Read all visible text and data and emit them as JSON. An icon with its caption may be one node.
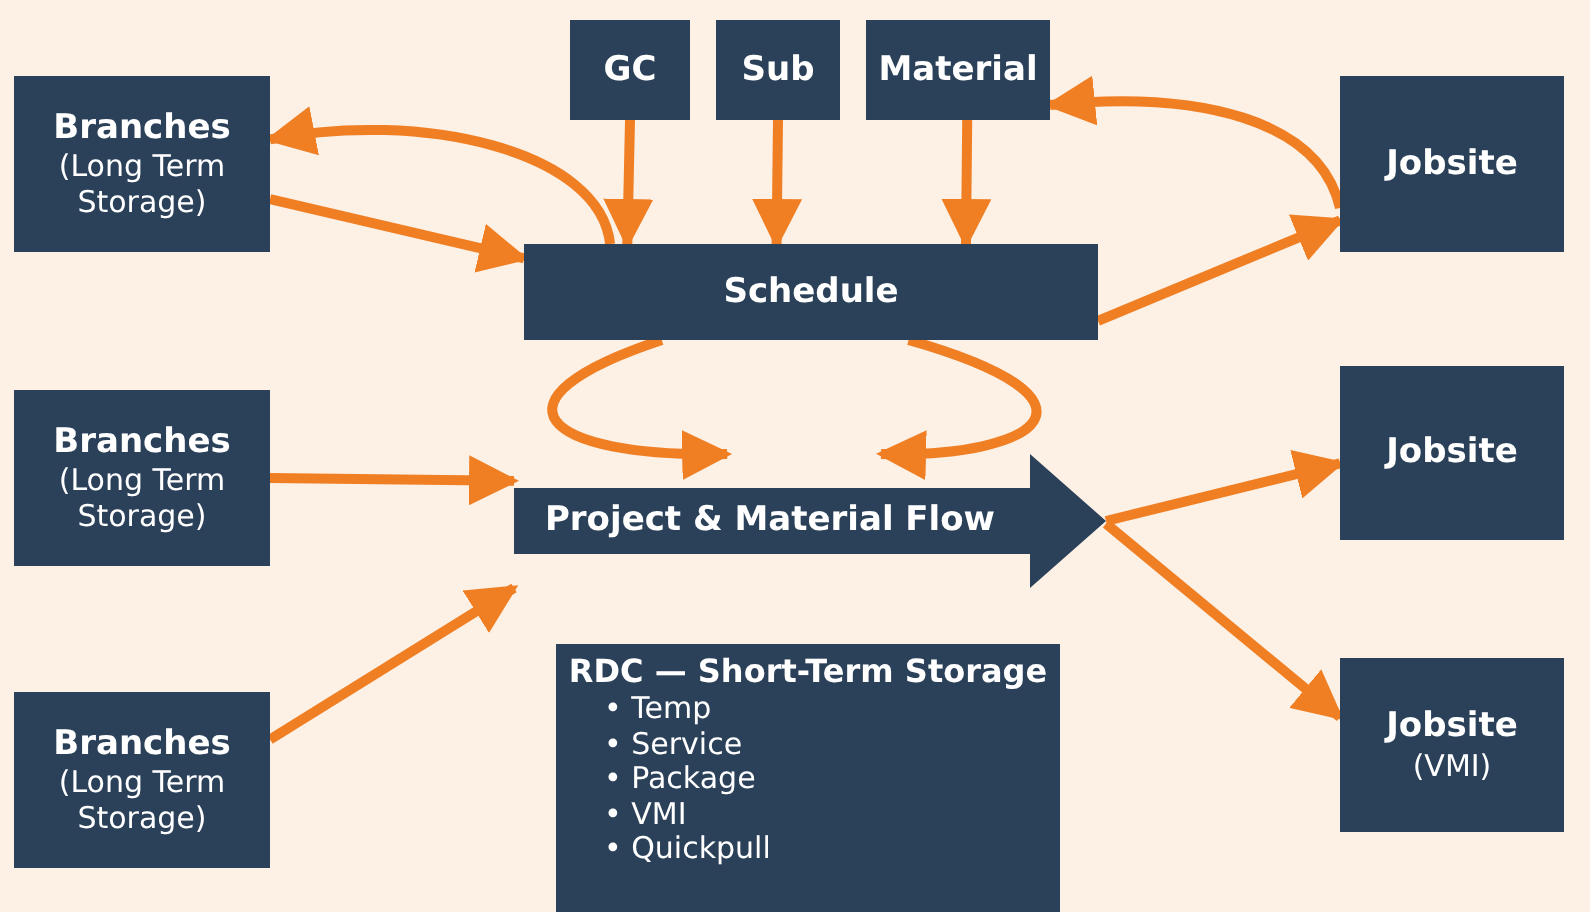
{
  "diagram": {
    "nodes": [
      {
        "text": [
          "Branches",
          "(Long Term Storage)"
        ]
      },
      {
        "text": [
          "GC"
        ]
      },
      {
        "text": [
          "Sub"
        ]
      },
      {
        "text": [
          "Material"
        ]
      },
      {
        "text": [
          "Jobsite"
        ]
      },
      {
        "text": [
          "Schedule"
        ]
      },
      {
        "text": [
          "Branches",
          "(Long Term Storage)"
        ]
      },
      {
        "text": [
          "Project & Material Flow"
        ]
      },
      {
        "text": [
          "Jobsite"
        ]
      },
      {
        "text": [
          "Branches",
          "(Long Term Storage)"
        ]
      },
      {
        "text": [
          "RDC — Short-Term Storage",
          "• Temp",
          "• Service",
          "• Package",
          "• VMI",
          "• Quickpull"
        ]
      },
      {
        "text": [
          "Jobsite",
          "(VMI)"
        ]
      }
    ],
    "edges": [
      {
        "from": 5,
        "to": 0,
        "arrow": "to"
      },
      {
        "from": 0,
        "to": 5,
        "arrow": "to"
      },
      {
        "from": 1,
        "to": 5,
        "arrow": "to"
      },
      {
        "from": 2,
        "to": 5,
        "arrow": "to"
      },
      {
        "from": 3,
        "to": 5,
        "arrow": "to"
      },
      {
        "from": 4,
        "to": 3,
        "arrow": "to"
      },
      {
        "from": 5,
        "to": 4,
        "arrow": "to"
      },
      {
        "from": 5,
        "to": 7,
        "arrow": "to"
      },
      {
        "from": 5,
        "to": 7,
        "arrow": "to"
      },
      {
        "from": 6,
        "to": 7,
        "arrow": "to"
      },
      {
        "from": 9,
        "to": 7,
        "arrow": "to"
      },
      {
        "from": 7,
        "to": 8,
        "arrow": "to"
      },
      {
        "from": 7,
        "to": 11,
        "arrow": "to"
      }
    ]
  }
}
